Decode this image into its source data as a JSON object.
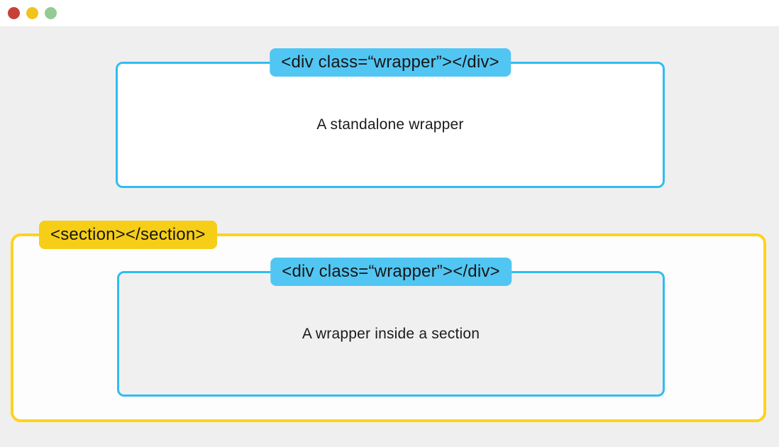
{
  "window": {
    "titlebar": {
      "controls": [
        {
          "name": "close",
          "color": "#c8403a"
        },
        {
          "name": "minimize",
          "color": "#f0c41c"
        },
        {
          "name": "zoom",
          "color": "#94cb94"
        }
      ],
      "background_color": "#ffffff"
    },
    "canvas_background_color": "#efefef"
  },
  "diagram": {
    "colors": {
      "wrapper_blue_border": "#2fbdf2",
      "wrapper_blue_tag": "#52c6f3",
      "section_yellow_border": "#ffd21e",
      "section_yellow_tag": "#f6ce17",
      "standalone_fill": "#ffffff",
      "section_fill": "#fdfdfd",
      "nested_fill": "#f0f0f0",
      "text": "#1b1b1b"
    },
    "standalone_wrapper": {
      "tag": "<div class=“wrapper”></div>",
      "caption": "A standalone wrapper"
    },
    "section": {
      "tag": "<section></section>",
      "nested_wrapper": {
        "tag": "<div class=“wrapper”></div>",
        "caption": "A wrapper inside a section"
      }
    }
  }
}
